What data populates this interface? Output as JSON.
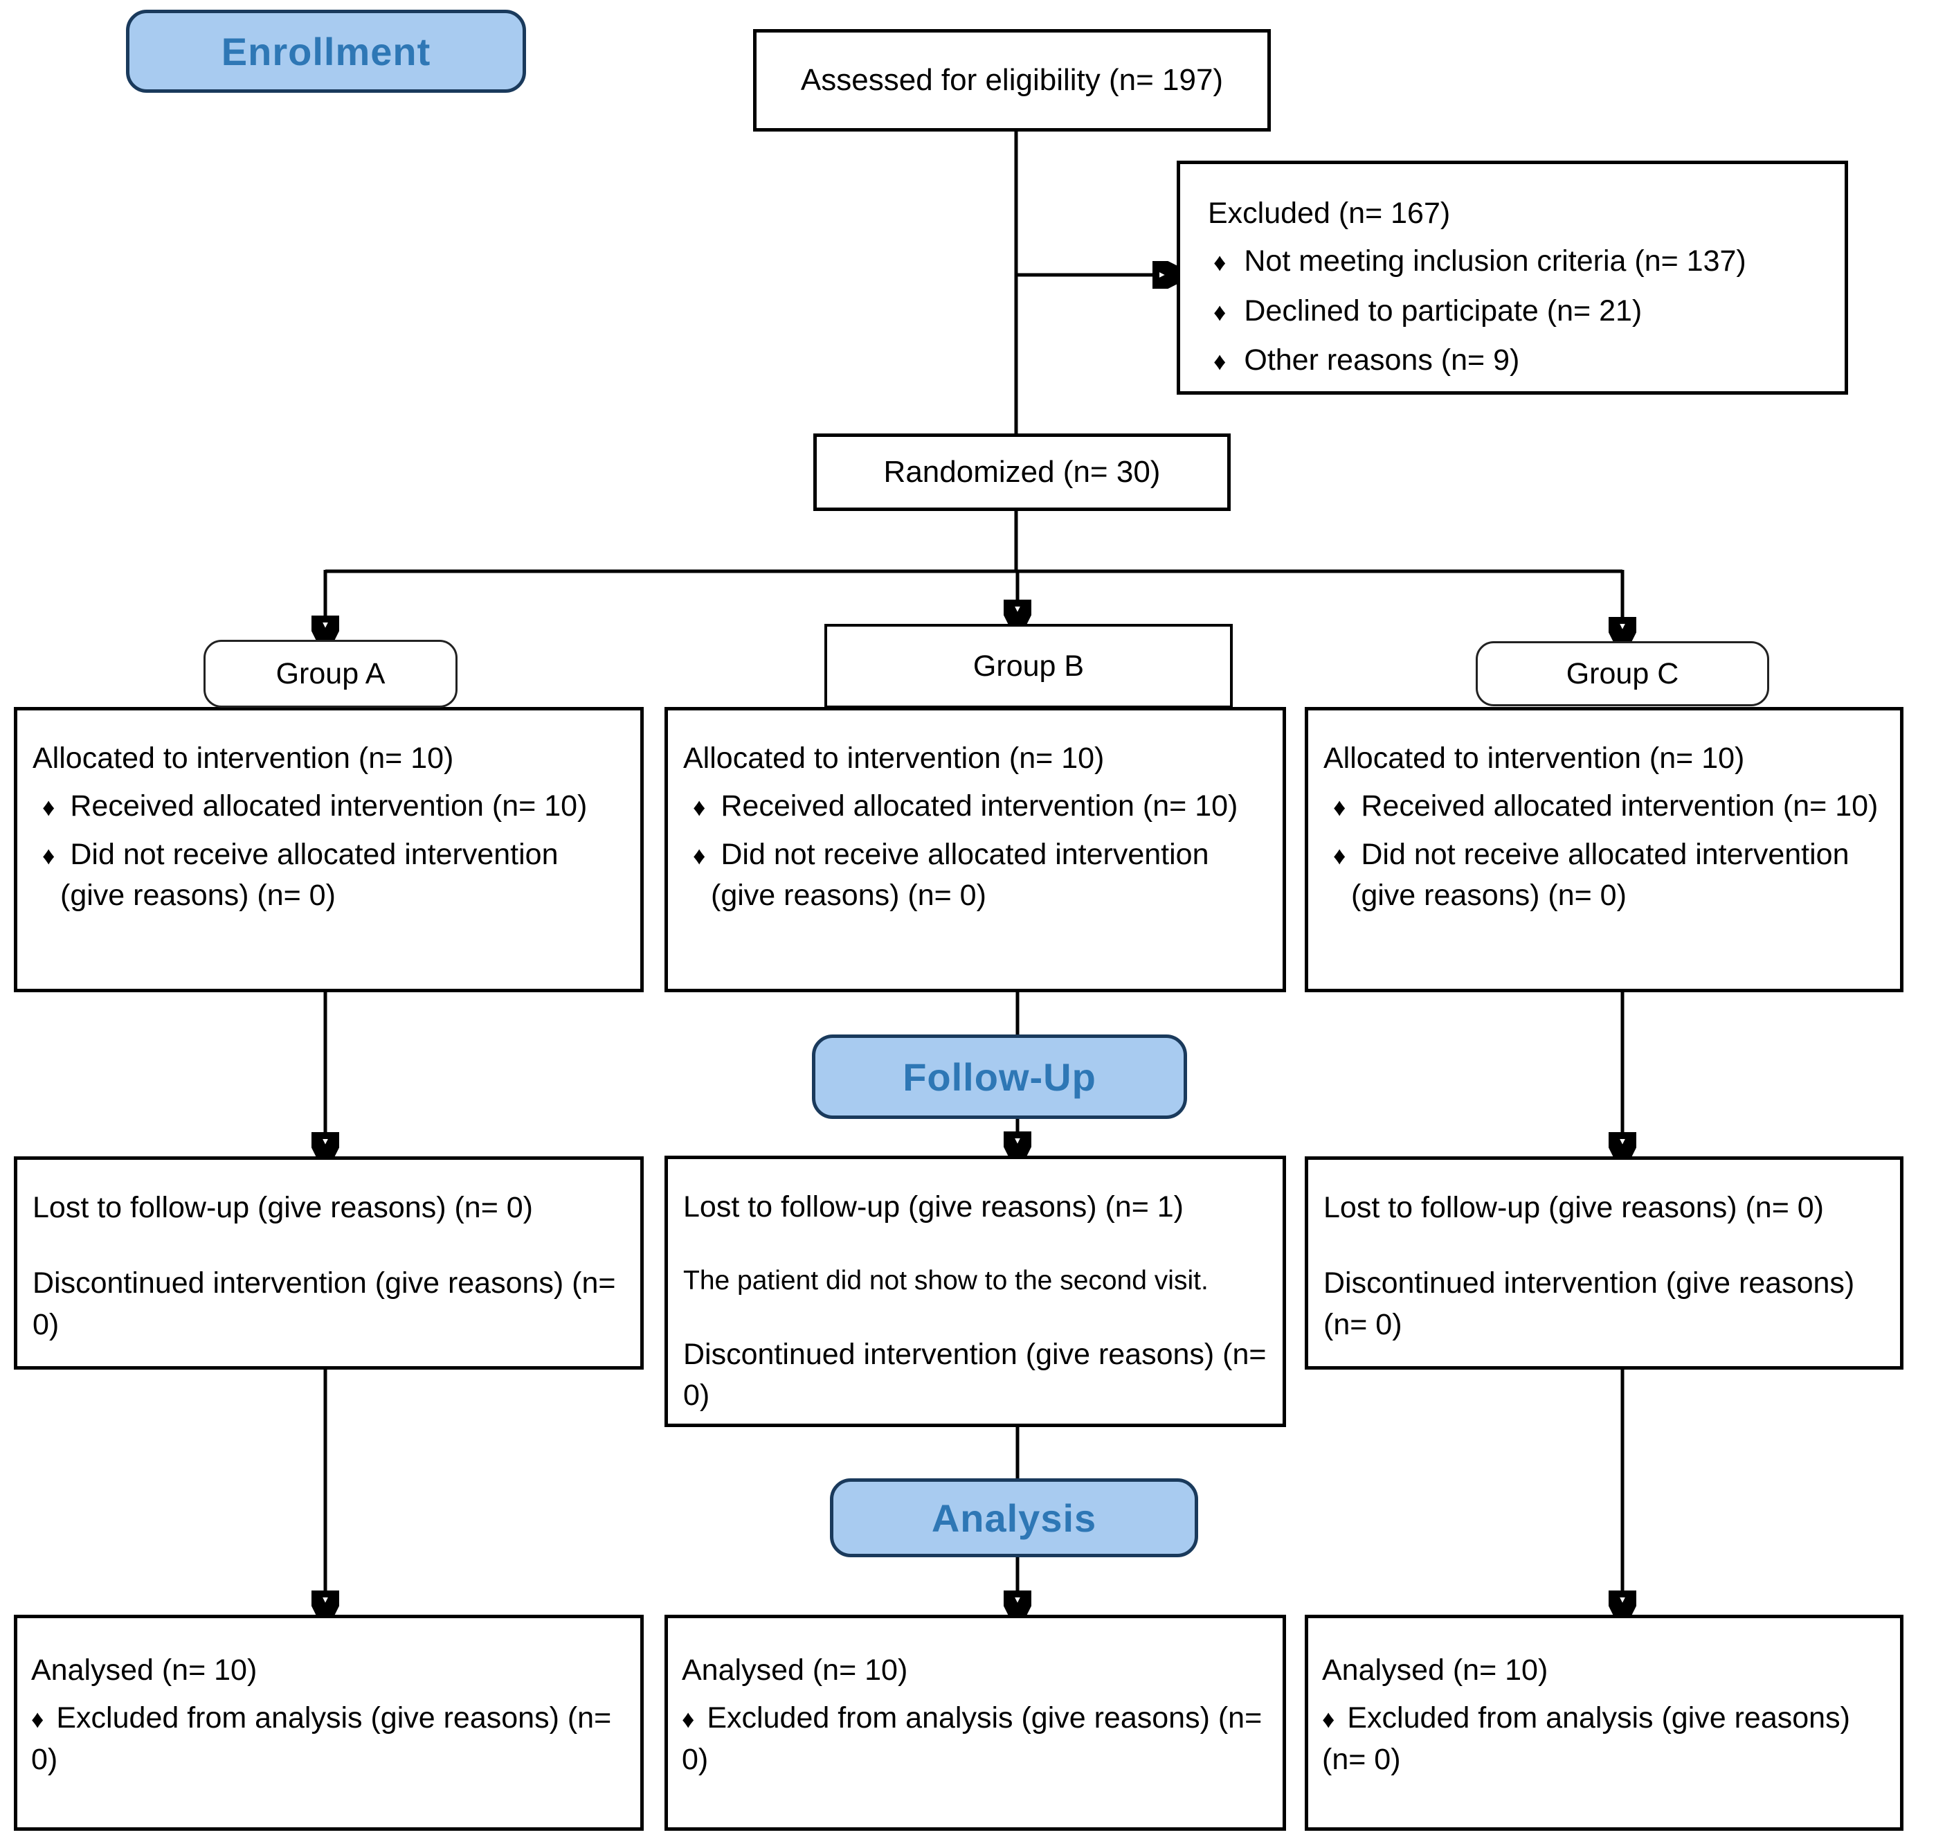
{
  "colors": {
    "badge_fill": "#A8CBF0",
    "badge_border": "#1A3A5C",
    "badge_text": "#2E77B5",
    "box_border": "#000000",
    "box_bg": "#FFFFFF",
    "line_color": "#000000",
    "text_color": "#000000",
    "page_bg": "#FFFFFF"
  },
  "bullet": "♦",
  "badges": {
    "enrollment": "Enrollment",
    "followup": "Follow-Up",
    "analysis": "Analysis"
  },
  "assessed": {
    "text": "Assessed for eligibility (n= 197)"
  },
  "excluded": {
    "title": "Excluded (n= 167)",
    "items": [
      "Not meeting inclusion criteria (n= 137)",
      "Declined to participate (n= 21)",
      "Other reasons (n= 9)"
    ]
  },
  "randomized": {
    "text": "Randomized (n= 30)"
  },
  "groups": [
    {
      "label": "Group A",
      "allocation": {
        "title": "Allocated to intervention (n= 10)",
        "items": [
          "Received allocated intervention (n= 10)",
          "Did not receive allocated intervention (give reasons) (n= 0)"
        ]
      },
      "followup": {
        "lines": [
          "Lost to follow-up (give reasons) (n= 0)",
          "Discontinued intervention (give reasons) (n= 0)"
        ]
      },
      "analysis": {
        "title": "Analysed (n= 10)",
        "items": [
          "Excluded from analysis (give reasons) (n= 0)"
        ]
      }
    },
    {
      "label": "Group B",
      "allocation": {
        "title": "Allocated to intervention (n= 10)",
        "items": [
          "Received allocated intervention (n= 10)",
          "Did not receive allocated intervention (give reasons) (n= 0)"
        ]
      },
      "followup": {
        "lines": [
          "Lost to follow-up (give reasons) (n= 1)",
          "The patient did not show to the second visit.",
          "Discontinued intervention (give reasons) (n= 0)"
        ]
      },
      "analysis": {
        "title": "Analysed (n= 10)",
        "items": [
          "Excluded from analysis (give reasons) (n= 0)"
        ]
      }
    },
    {
      "label": "Group C",
      "allocation": {
        "title": "Allocated to intervention (n= 10)",
        "items": [
          "Received allocated intervention (n= 10)",
          "Did not receive allocated intervention (give reasons) (n= 0)"
        ]
      },
      "followup": {
        "lines": [
          "Lost to follow-up (give reasons) (n= 0)",
          "Discontinued intervention (give reasons) (n= 0)"
        ]
      },
      "analysis": {
        "title": "Analysed (n= 10)",
        "items": [
          "Excluded from analysis (give reasons) (n= 0)"
        ]
      }
    }
  ]
}
